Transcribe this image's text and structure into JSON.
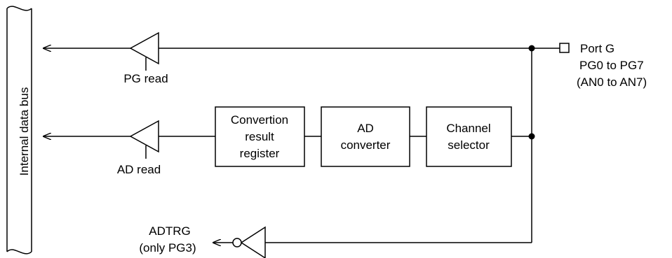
{
  "bus": {
    "label": "Internal data bus"
  },
  "buffers": {
    "pg_read": "PG read",
    "ad_read": "AD read"
  },
  "blocks": {
    "conversion_register": [
      "Convertion",
      "result",
      "register"
    ],
    "ad_converter": [
      "AD",
      "converter"
    ],
    "channel_selector": [
      "Channel",
      "selector"
    ]
  },
  "port": {
    "name": "Port G",
    "pins": "PG0 to PG7",
    "analog": "(AN0 to AN7)"
  },
  "trigger": {
    "name": "ADTRG",
    "note": "(only PG3)"
  }
}
